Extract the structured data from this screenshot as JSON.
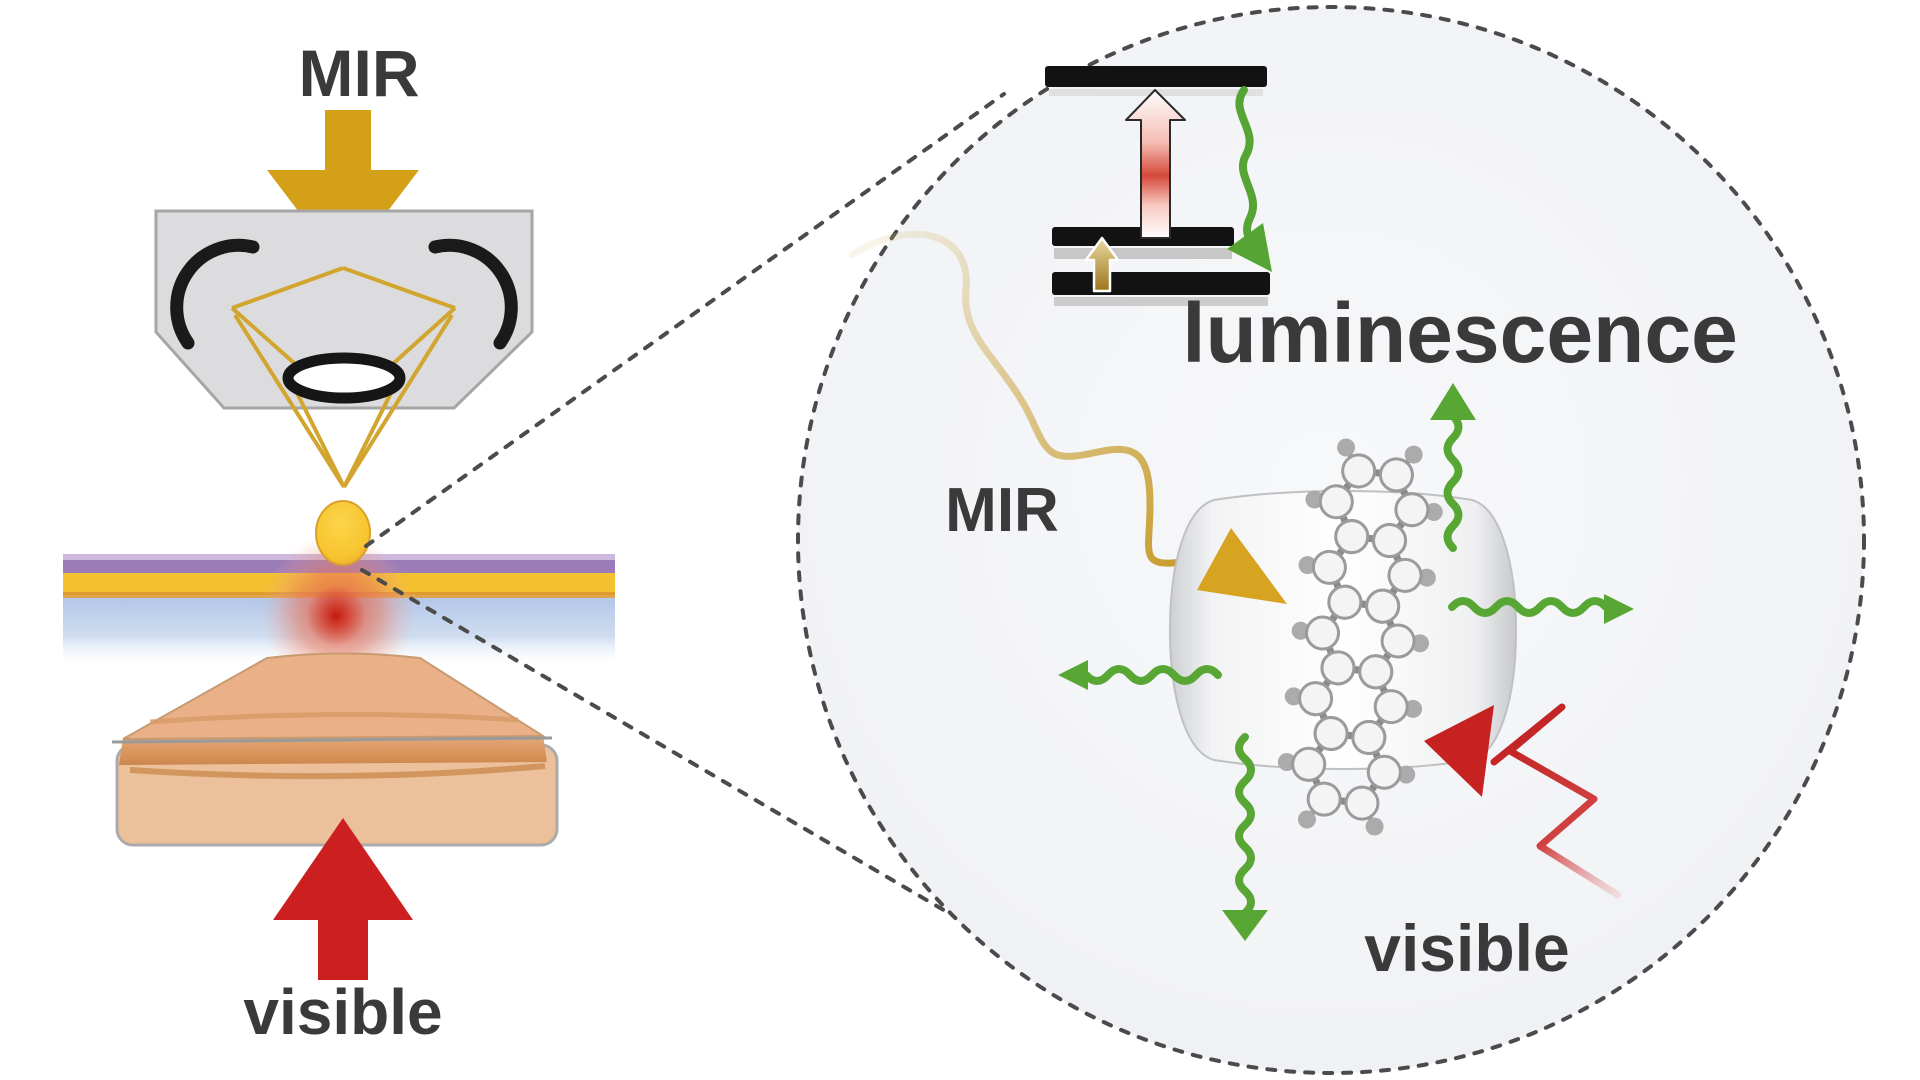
{
  "figure": {
    "left_panel": {
      "mir_label": "MIR",
      "visible_label": "visible"
    },
    "inset": {
      "mir_label": "MIR",
      "luminescence_label": "luminescence",
      "visible_label": "visible"
    },
    "colors": {
      "mir_gold": "#D4A017",
      "mir_beam_yellow": "#D2A52E",
      "visible_red": "#CC1F1F",
      "luminescence_green": "#58A634",
      "label_gray": "#3A3A3A",
      "objective_gray": "#DCDCDE",
      "substrate_purple": "#9B7CB8",
      "substrate_yellow": "#F3C02F",
      "substrate_blue": "#B3C7E8",
      "lens_tan": "#EBBD93",
      "inset_background": "#F2F3F6",
      "energy_bar_black": "#121212"
    }
  }
}
